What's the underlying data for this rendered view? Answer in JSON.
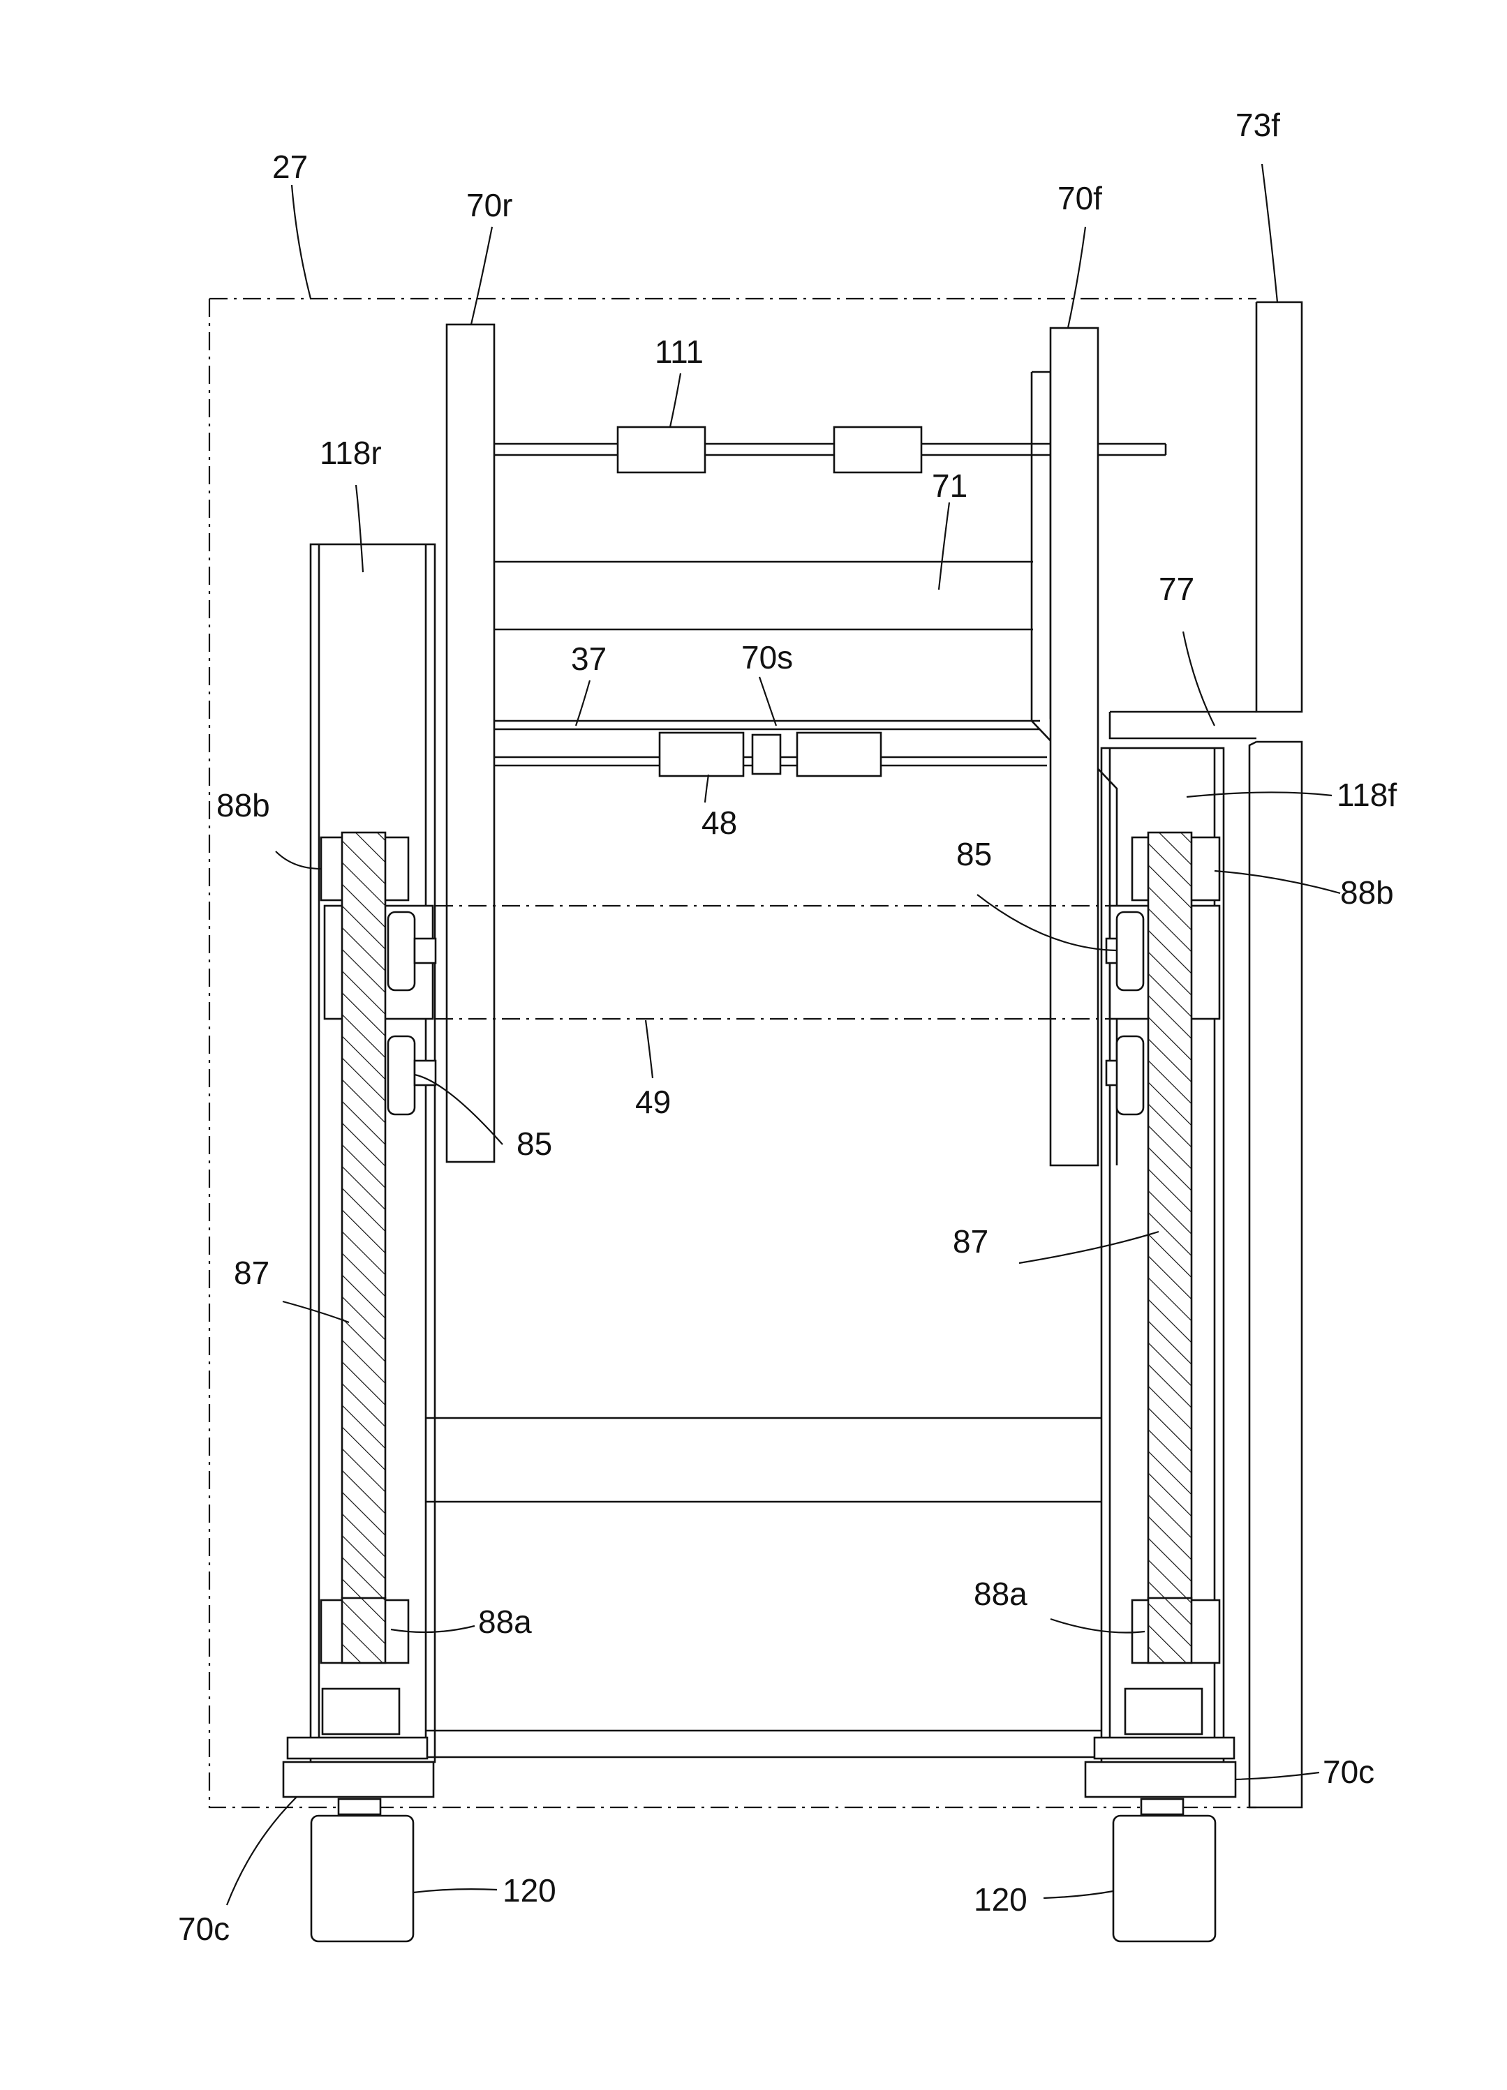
{
  "figure": {
    "labels": {
      "l27": "27",
      "l70r": "70r",
      "l70f": "70f",
      "l73f": "73f",
      "l111": "111",
      "l118r": "118r",
      "l71": "71",
      "l77": "77",
      "l37": "37",
      "l70s": "70s",
      "l48": "48",
      "l118f": "118f",
      "l88b_left": "88b",
      "l88b_right": "88b",
      "l85_right_top": "85",
      "l85_left": "85",
      "l49": "49",
      "l87_left": "87",
      "l87_right": "87",
      "l88a_left": "88a",
      "l88a_right": "88a",
      "l70c_left": "70c",
      "l70c_right": "70c",
      "l120_left": "120",
      "l120_right": "120"
    }
  }
}
